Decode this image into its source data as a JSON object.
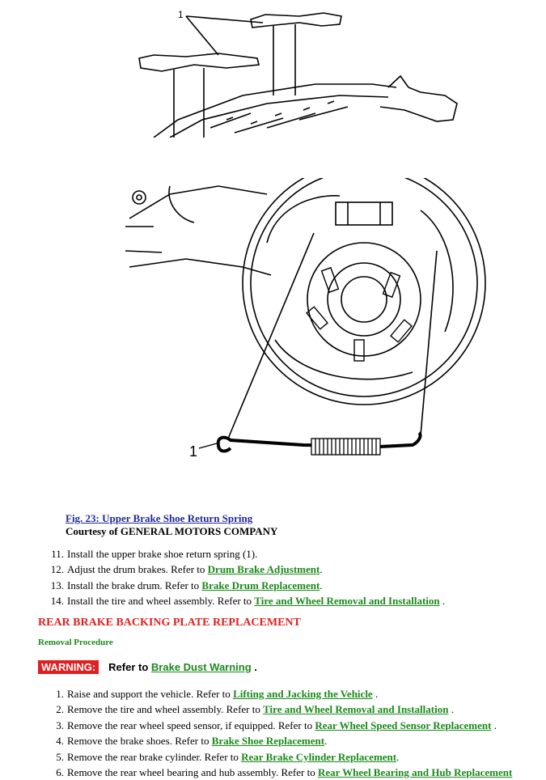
{
  "diagram_top": {
    "callout": "1"
  },
  "diagram_main": {
    "callout": "1"
  },
  "figure": {
    "title": "Fig. 23: Upper Brake Shoe Return Spring",
    "credit": "Courtesy of GENERAL MOTORS COMPANY"
  },
  "steps_a": [
    {
      "num": "11.",
      "text": "Install the upper brake shoe return spring (1).",
      "link": "",
      "tail": ""
    },
    {
      "num": "12.",
      "text": "Adjust the drum brakes. Refer to ",
      "link": "Drum Brake Adjustment",
      "tail": "."
    },
    {
      "num": "13.",
      "text": "Install the brake drum. Refer to ",
      "link": "Brake Drum Replacement",
      "tail": "."
    },
    {
      "num": "14.",
      "text": "Install the tire and wheel assembly. Refer to ",
      "link": "Tire and Wheel Removal and Installation",
      "tail": " ."
    }
  ],
  "section": {
    "title": "REAR BRAKE BACKING PLATE REPLACEMENT",
    "subtitle": "Removal Procedure"
  },
  "warning": {
    "badge": "WARNING:",
    "text": "Refer to ",
    "link": "Brake Dust Warning",
    "tail": " ."
  },
  "steps_b": [
    {
      "num": "1.",
      "text": "Raise and support the vehicle. Refer to ",
      "link": "Lifting and Jacking the Vehicle",
      "tail": " ."
    },
    {
      "num": "2.",
      "text": "Remove the tire and wheel assembly. Refer to ",
      "link": "Tire and Wheel Removal and Installation",
      "tail": " ."
    },
    {
      "num": "3.",
      "text": "Remove the rear wheel speed sensor, if equipped. Refer to ",
      "link": "Rear Wheel Speed Sensor Replacement",
      "tail": " ."
    },
    {
      "num": "4.",
      "text": "Remove the brake shoes. Refer to ",
      "link": "Brake Shoe Replacement",
      "tail": "."
    },
    {
      "num": "5.",
      "text": "Remove the rear brake cylinder. Refer to ",
      "link": "Rear Brake Cylinder Replacement",
      "tail": "."
    },
    {
      "num": "6.",
      "text": "Remove the rear wheel bearing and hub assembly. Refer to ",
      "link": "Rear Wheel Bearing and Hub Replacement",
      "tail": ""
    }
  ]
}
